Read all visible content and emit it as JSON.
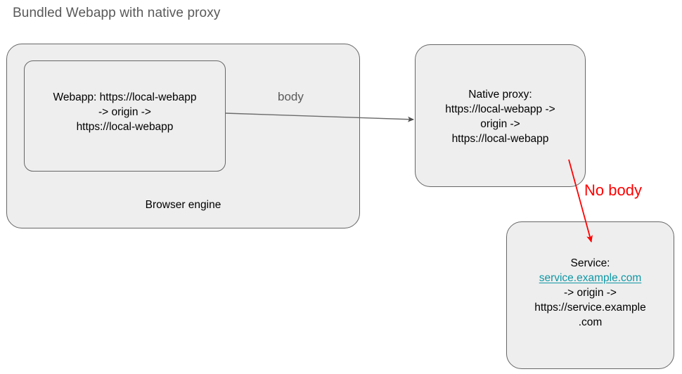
{
  "title": "Bundled Webapp with native proxy",
  "nodes": {
    "browser_engine": {
      "label": "Browser engine",
      "fill": "#eeeeee",
      "stroke": "#666666"
    },
    "webapp": {
      "label": "Webapp: https://local-webapp\n-> origin ->\nhttps://local-webapp",
      "fill": "#eeeeee",
      "stroke": "#666666"
    },
    "native_proxy": {
      "label": "Native proxy:\nhttps://local-webapp ->\norigin ->\nhttps://local-webapp",
      "fill": "#eeeeee",
      "stroke": "#666666"
    },
    "service": {
      "line1": "Service:",
      "link": "service.example.com",
      "line3": "-> origin ->",
      "line4": "https://service.example",
      "line5": ".com",
      "link_color": "#0f97a5",
      "fill": "#eeeeee",
      "stroke": "#666666"
    }
  },
  "edges": {
    "body": {
      "label": "body",
      "color": "#666666",
      "from": "webapp",
      "to": "native_proxy"
    },
    "no_body": {
      "label": "No body",
      "color": "#ff0000",
      "from": "native_proxy",
      "to": "service"
    }
  }
}
